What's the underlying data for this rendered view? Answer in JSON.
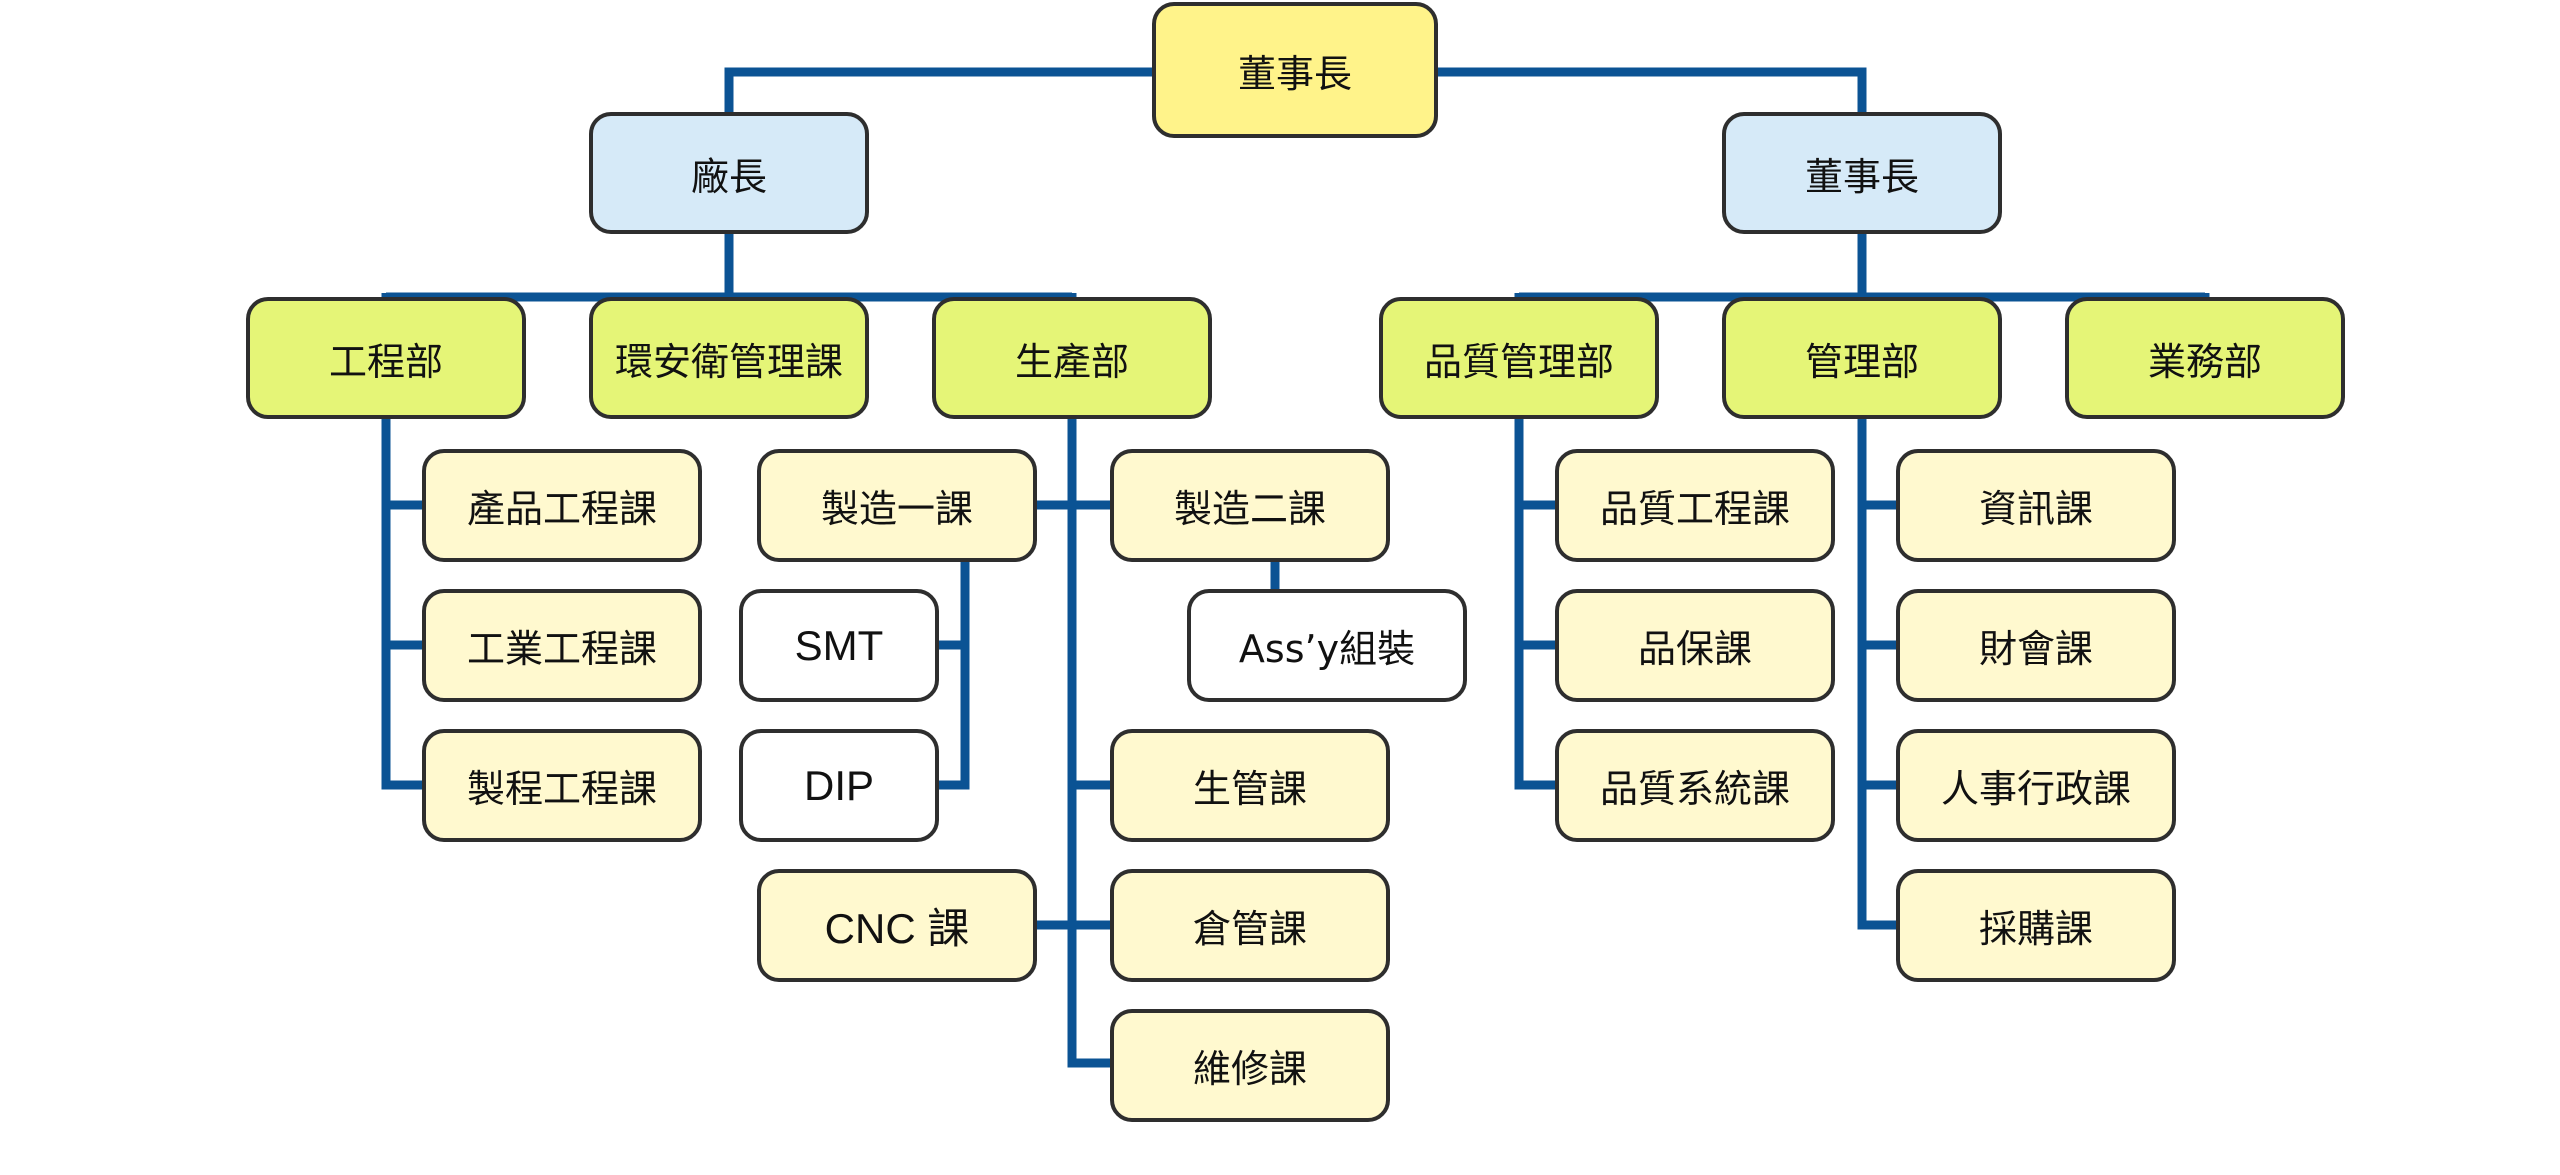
{
  "colors": {
    "connector": "#0b5394",
    "chairman_fill": "#fff38a",
    "director_fill": "#d6eaf8",
    "department_fill": "#e5f577",
    "section_fill": "#fff9cf",
    "line_fill": "#ffffff",
    "border": "#2e2e2e"
  },
  "org": {
    "chairman": "董事長",
    "left_head": "廠長",
    "right_head": "董事長",
    "engineering": {
      "label": "工程部",
      "sections": [
        "產品工程課",
        "工業工程課",
        "製程工程課"
      ]
    },
    "safety": {
      "label": "環安衛管理課"
    },
    "production": {
      "label": "生產部",
      "mfg1": {
        "label": "製造一課",
        "lines": [
          "SMT",
          "DIP"
        ]
      },
      "mfg2": {
        "label": "製造二課",
        "lines": [
          "Ass’y組裝"
        ]
      },
      "cnc": "CNC 課",
      "sections": [
        "生管課",
        "倉管課",
        "維修課"
      ]
    },
    "quality": {
      "label": "品質管理部",
      "sections": [
        "品質工程課",
        "品保課",
        "品質系統課"
      ]
    },
    "management": {
      "label": "管理部",
      "sections": [
        "資訊課",
        "財會課",
        "人事行政課",
        "採購課"
      ]
    },
    "sales": {
      "label": "業務部"
    }
  }
}
